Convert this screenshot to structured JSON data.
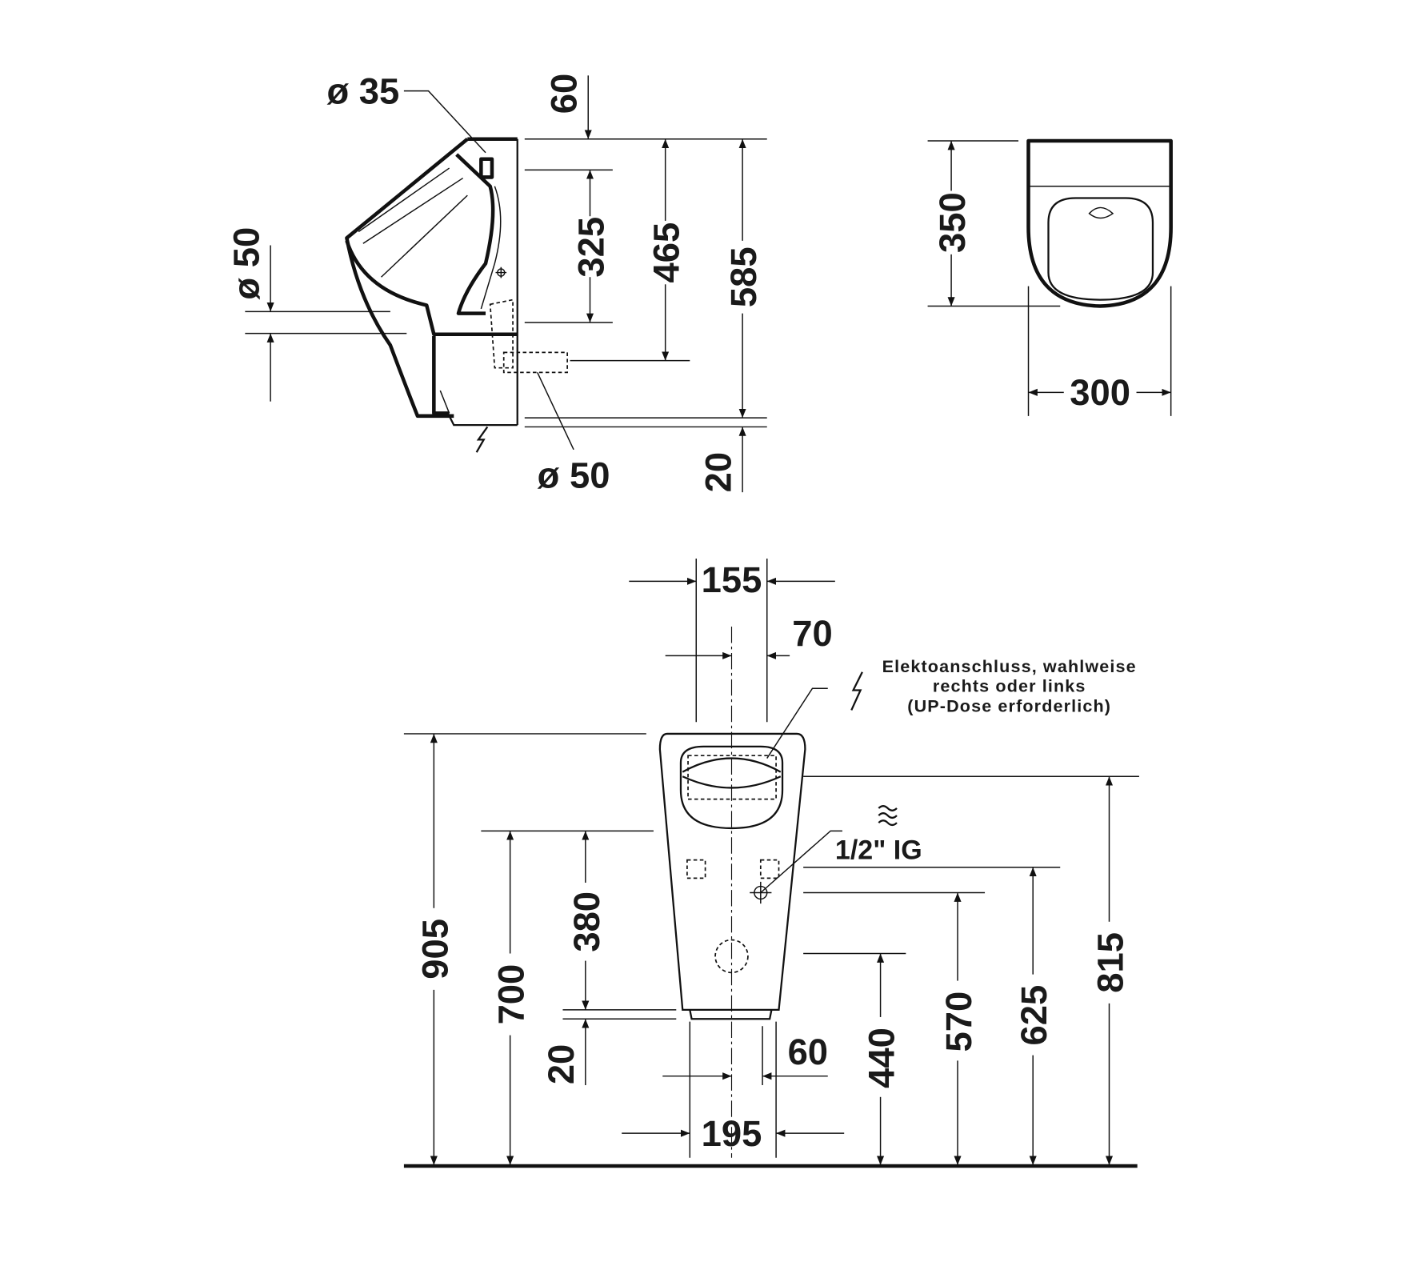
{
  "side_view": {
    "flush_inlet_diameter": "ø 35",
    "top_offset": "60",
    "inlet_height": "325",
    "outlet_height": "465",
    "total_height": "585",
    "bottom_offset": "20",
    "outlet_diameter_left": "ø 50",
    "outlet_diameter_bottom": "ø 50"
  },
  "top_view": {
    "depth": "350",
    "width": "300"
  },
  "front_view": {
    "width_155": "155",
    "offset_70": "70",
    "electrical_note": [
      "Elektoanschluss, wahlweise",
      "rechts oder links",
      "(UP-Dose erforderlich)"
    ],
    "water_connection": "1/2\" IG",
    "height_905": "905",
    "height_700": "700",
    "height_380": "380",
    "height_20": "20",
    "offset_60": "60",
    "width_195": "195",
    "height_440": "440",
    "height_570": "570",
    "height_625": "625",
    "height_815": "815"
  }
}
